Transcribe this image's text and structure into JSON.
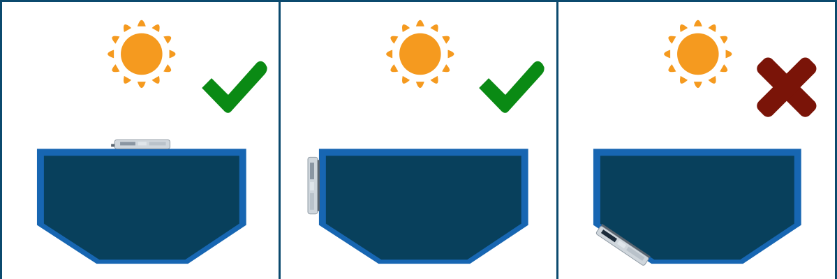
{
  "colors": {
    "frame_border": "#0b4a6e",
    "sun": "#f59a1f",
    "check": "#0a8a14",
    "cross": "#7a1408",
    "pool_rim": "#1766b2",
    "pool_water": "#08405c",
    "sensor_body": "#cfd6dc",
    "sensor_dark": "#1c2b3a"
  },
  "panels": [
    {
      "id": "top",
      "sensor_position": "on-top-edge",
      "verdict": "correct",
      "verdict_icon": "checkmark-icon"
    },
    {
      "id": "side",
      "sensor_position": "on-side-wall",
      "verdict": "correct",
      "verdict_icon": "checkmark-icon"
    },
    {
      "id": "bottom",
      "sensor_position": "on-bottom-slope",
      "verdict": "incorrect",
      "verdict_icon": "cross-icon"
    }
  ]
}
